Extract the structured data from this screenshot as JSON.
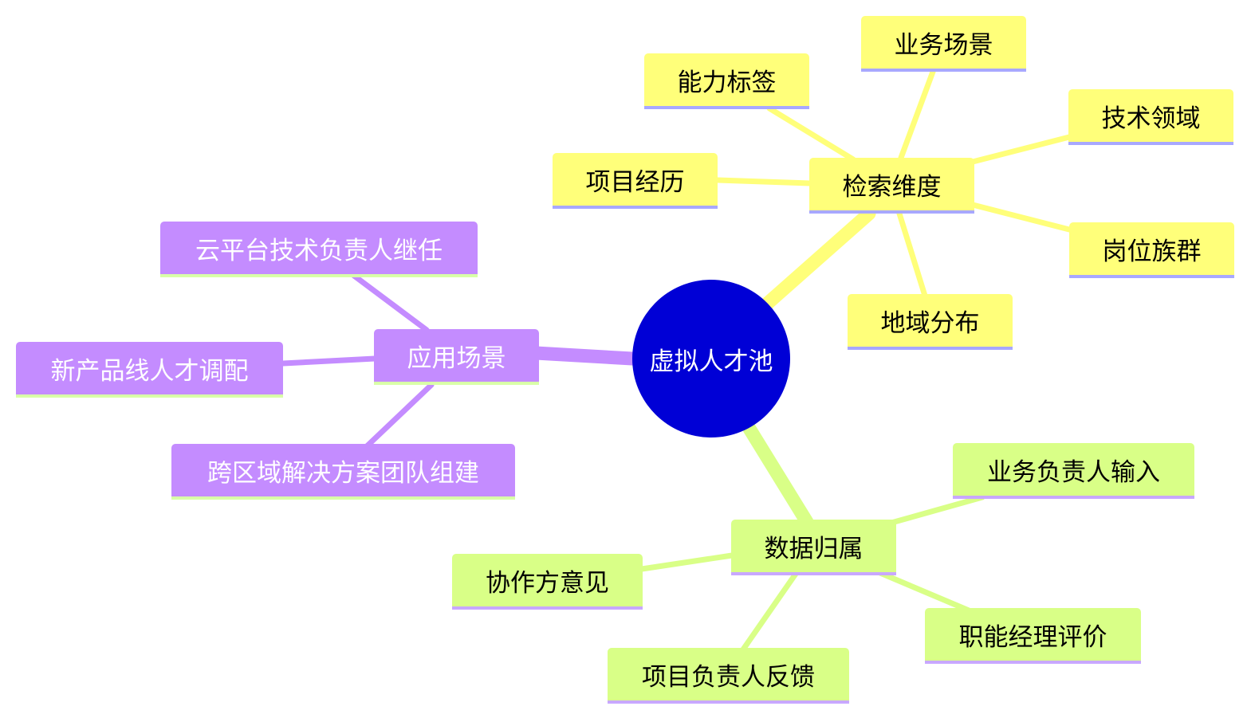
{
  "root": {
    "label": "虚拟人才池"
  },
  "branches": {
    "search": {
      "label": "检索维度",
      "children": [
        "能力标签",
        "业务场景",
        "技术领域",
        "项目经历",
        "岗位族群",
        "地域分布"
      ]
    },
    "apply": {
      "label": "应用场景",
      "children": [
        "云平台技术负责人继任",
        "新产品线人才调配",
        "跨区域解决方案团队组建"
      ]
    },
    "data": {
      "label": "数据归属",
      "children": [
        "业务负责人输入",
        "协作方意见",
        "职能经理评价",
        "项目负责人反馈"
      ]
    }
  },
  "colors": {
    "root": "#0000d6",
    "search_branch": "#ffff7a",
    "apply_branch": "#c48cff",
    "data_branch": "#d9ff87"
  }
}
